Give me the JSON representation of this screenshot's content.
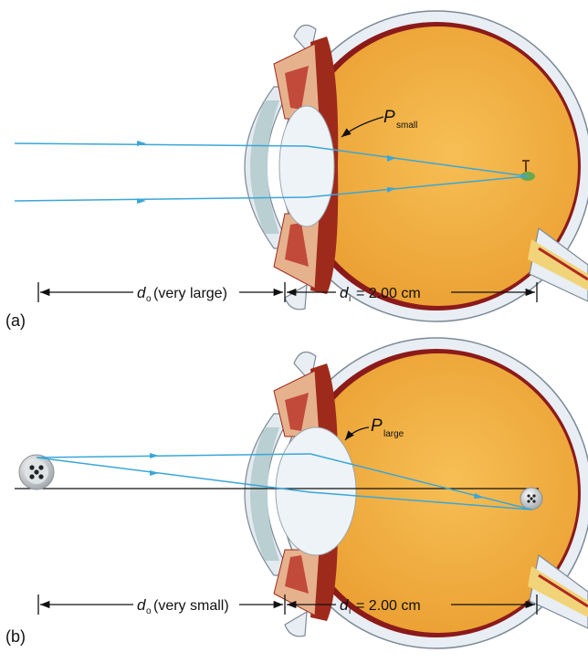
{
  "panel_a": {
    "tag": "(a)",
    "power_symbol": "P",
    "power_sub": "small",
    "object_sym": "d",
    "object_sub": "o",
    "object_text": "(very large)",
    "image_sym": "d",
    "image_sub": "i",
    "image_text": "= 2.00 cm"
  },
  "panel_b": {
    "tag": "(b)",
    "power_symbol": "P",
    "power_sub": "large",
    "object_sym": "d",
    "object_sub": "o",
    "object_text": "(very small)",
    "image_sym": "d",
    "image_sub": "i",
    "image_text": "= 2.00 cm"
  },
  "colors": {
    "vitreous": "#f0a93c",
    "sclera": "#e8eef4",
    "choroid": "#8b1a1a",
    "ray": "#3aa6d8",
    "cornea": "#b9cfd2",
    "lens": "#eef3f7"
  }
}
